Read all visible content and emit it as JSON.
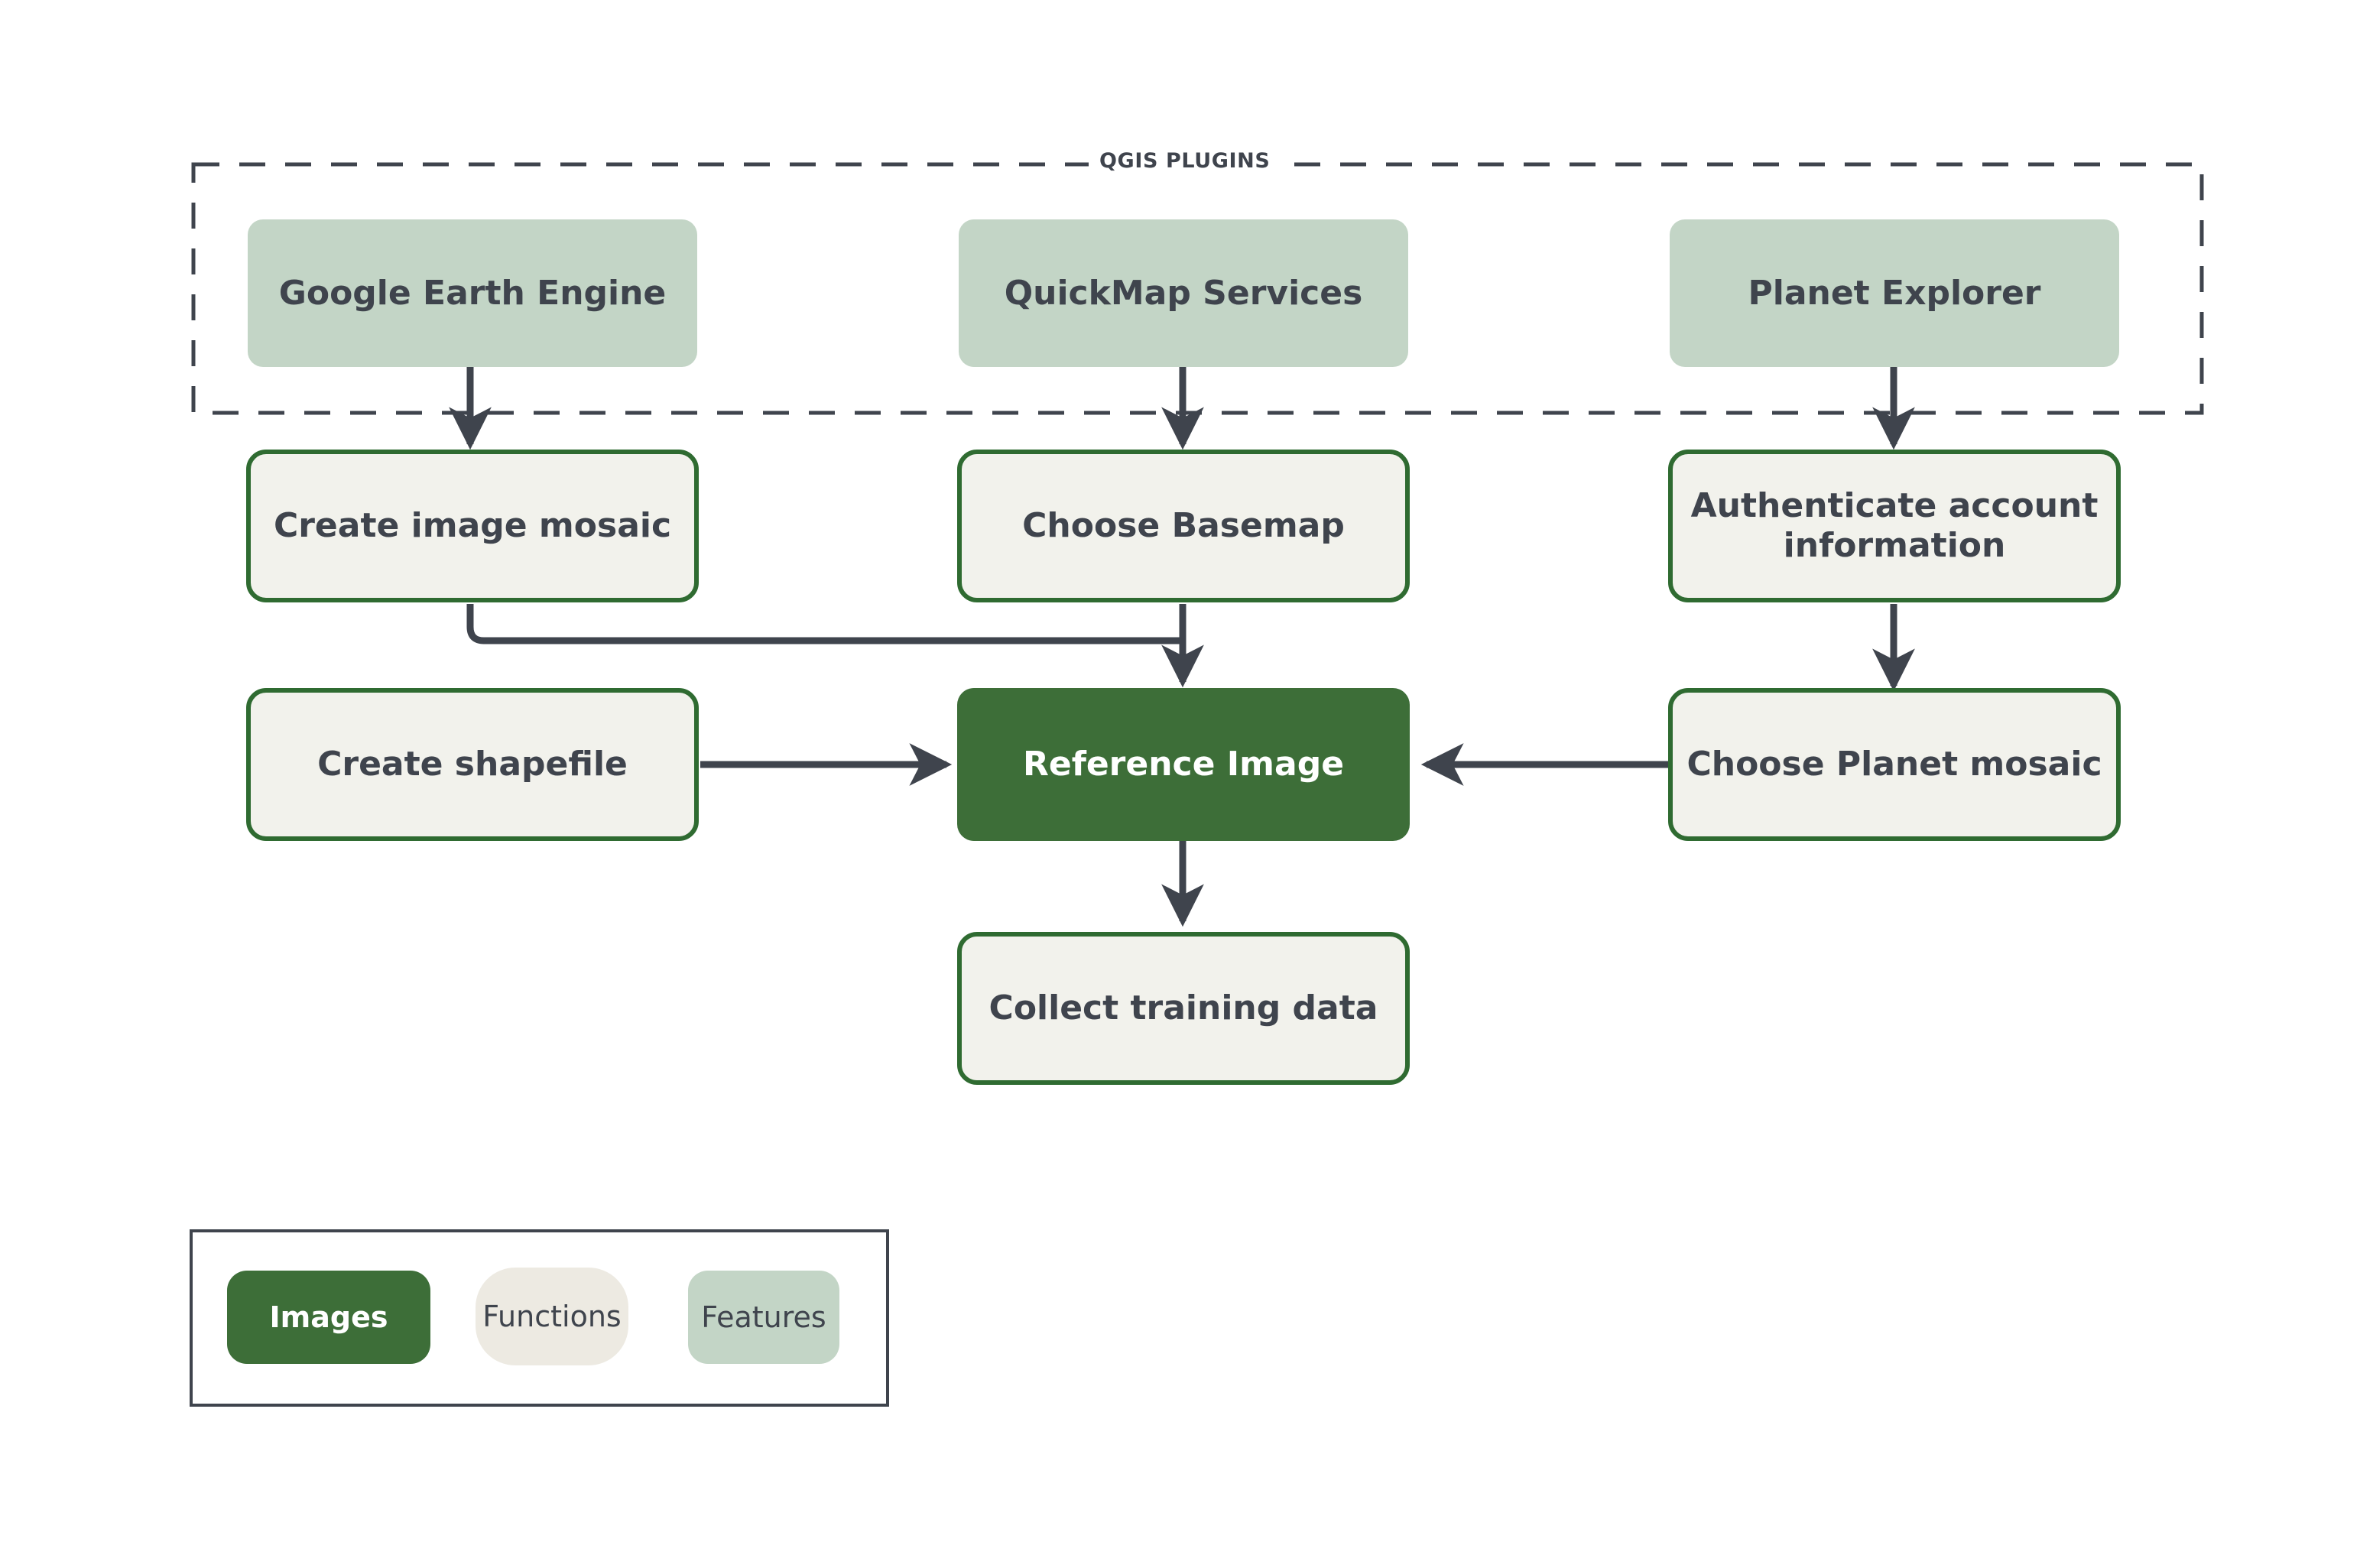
{
  "diagram": {
    "group": {
      "title": "QGIS PLUGINS",
      "border_style": "dashed",
      "border_color": "#3f444d"
    },
    "colors": {
      "features_fill": "#c3d5c6",
      "functions_fill": "#f2f2ec",
      "functions_border": "#2f6b31",
      "images_fill": "#3d6e38",
      "connector": "#3f444d",
      "text": "#3f444d",
      "text_on_images": "#ffffff",
      "legend_border": "#3f444d",
      "legend_functions_chip": "#edeae2",
      "background": "#ffffff"
    },
    "nodes": {
      "google_earth_engine": "Google Earth Engine",
      "quickmap_services": "QuickMap Services",
      "planet_explorer": "Planet Explorer",
      "create_image_mosaic": "Create image mosaic",
      "choose_basemap": "Choose Basemap",
      "authenticate_account": "Authenticate account information",
      "create_shapefile": "Create shapefile",
      "reference_image": "Reference Image",
      "choose_planet_mosaic": "Choose Planet mosaic",
      "collect_training_data": "Collect training data"
    }
  },
  "legend": {
    "items": [
      {
        "label": "Images",
        "type": "images"
      },
      {
        "label": "Functions",
        "type": "functions"
      },
      {
        "label": "Features",
        "type": "features"
      }
    ]
  }
}
